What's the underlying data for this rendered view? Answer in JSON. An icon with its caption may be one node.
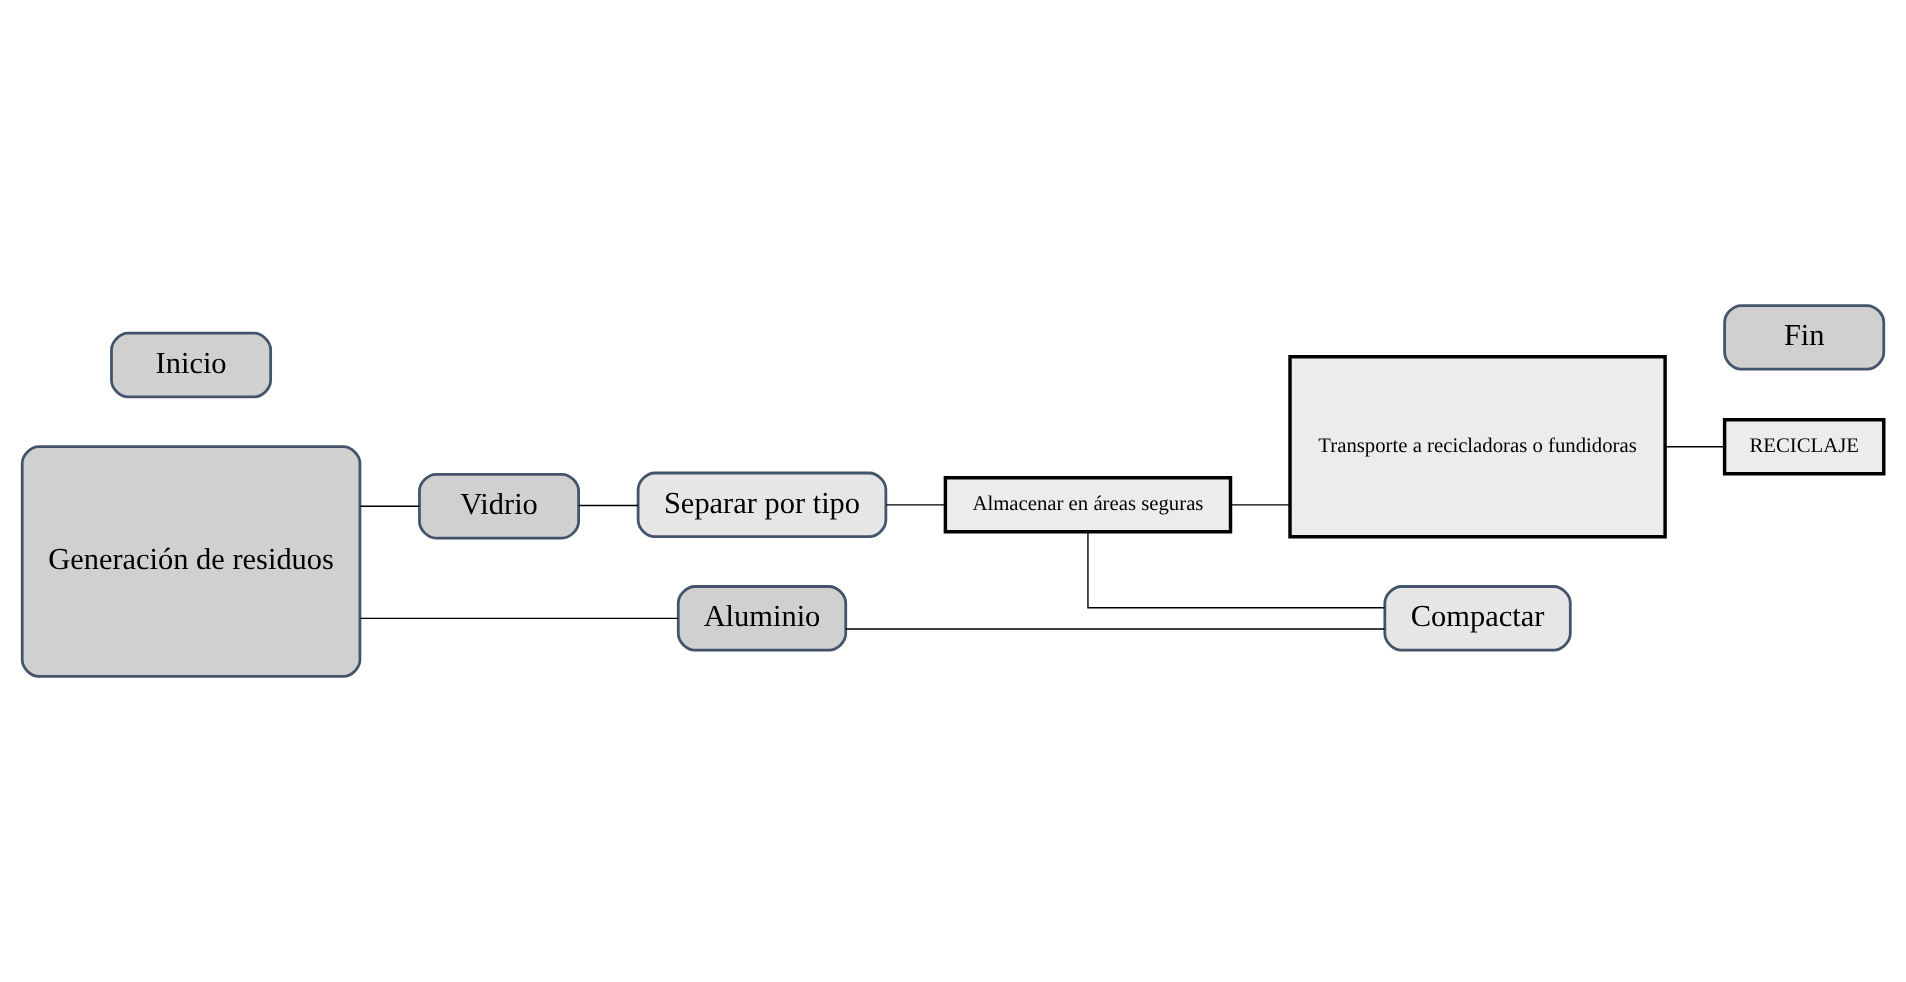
{
  "diagram": {
    "nodes": [
      {
        "text": [
          "Inicio"
        ]
      },
      {
        "text": [
          "Generación de residuos"
        ]
      },
      {
        "text": [
          "Vidrio"
        ]
      },
      {
        "text": [
          "Aluminio"
        ]
      },
      {
        "text": [
          "Separar por tipo"
        ]
      },
      {
        "text": [
          "Compactar"
        ]
      },
      {
        "text": [
          "Almacenar en áreas seguras"
        ]
      },
      {
        "text": [
          "Transporte a recicladoras o fundidoras"
        ]
      },
      {
        "text": [
          "RECICLAJE"
        ]
      },
      {
        "text": [
          "Fin"
        ]
      }
    ],
    "edges": [
      {
        "from": 1,
        "to": 2,
        "arrow": "none"
      },
      {
        "from": 1,
        "to": 3,
        "arrow": "none"
      },
      {
        "from": 2,
        "to": 4,
        "arrow": "none"
      },
      {
        "from": 3,
        "to": 5,
        "arrow": "none"
      },
      {
        "from": 4,
        "to": 6,
        "arrow": "none"
      },
      {
        "from": 6,
        "to": 5,
        "arrow": "none"
      },
      {
        "from": 6,
        "to": 7,
        "arrow": "none"
      },
      {
        "from": 7,
        "to": 8,
        "arrow": "none"
      }
    ]
  }
}
